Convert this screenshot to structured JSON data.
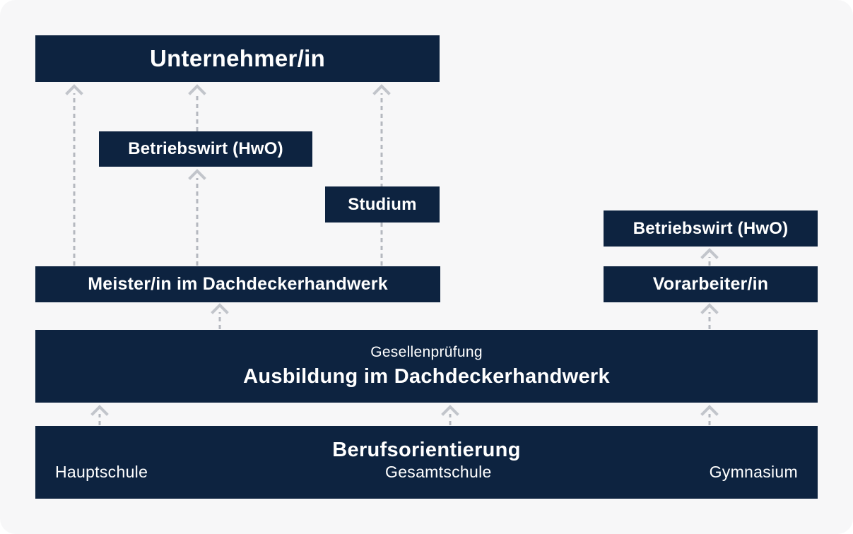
{
  "boxes": {
    "unternehmer": "Unternehmer/in",
    "betriebswirt_left": "Betriebswirt (HwO)",
    "studium": "Studium",
    "betriebswirt_right": "Betriebswirt (HwO)",
    "meister": "Meister/in im Dachdeckerhandwerk",
    "vorarbeiter": "Vorarbeiter/in",
    "ausbildung": {
      "subtitle": "Gesellenprüfung",
      "title": "Ausbildung im Dachdeckerhandwerk"
    },
    "berufsorientierung": {
      "title": "Berufsorientierung",
      "schools": [
        "Hauptschule",
        "Gesamtschule",
        "Gymnasium"
      ]
    }
  },
  "colors": {
    "box_fill": "#0d2340",
    "box_text": "#ffffff",
    "background": "#f7f7f8",
    "connector": "#b5b8bf"
  }
}
